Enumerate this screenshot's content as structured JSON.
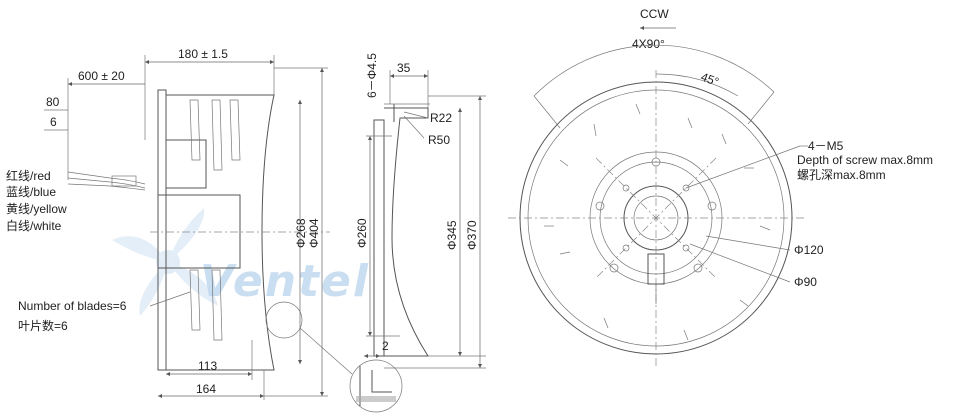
{
  "side_view": {
    "overall_depth": "180 ± 1.5",
    "lead_length": "600 ± 20",
    "strip_length_outer": "80",
    "strip_length_inner": "6",
    "wires": [
      "红线/red",
      "蓝线/blue",
      "黄线/yellow",
      "白线/white"
    ],
    "diameter_inner": "Φ268",
    "diameter_outer": "Φ404",
    "blades_en": "Number of blades=6",
    "blades_cn": "叶片数=6",
    "depth_113": "113",
    "depth_164": "164"
  },
  "section_view": {
    "holes": "6－Φ4.5",
    "offset_35": "35",
    "radius_small": "R22",
    "radius_large": "R50",
    "inlet_diameter": "Φ260",
    "bolt_circle": "Φ345",
    "outer_diameter": "Φ370",
    "detail_gap": "2"
  },
  "front_view": {
    "rotation": "CCW",
    "hole_spacing": "4X90°",
    "angle": "45°",
    "thread_spec": "4－M5",
    "screw_depth_en": "Depth of screw max.8mm",
    "screw_depth_cn": "螺孔深max.8mm",
    "circle_120": "Φ120",
    "circle_90": "Φ90"
  },
  "watermark": "Ventel",
  "colors": {
    "line": "#555555",
    "watermark": "#b9d4ee"
  }
}
